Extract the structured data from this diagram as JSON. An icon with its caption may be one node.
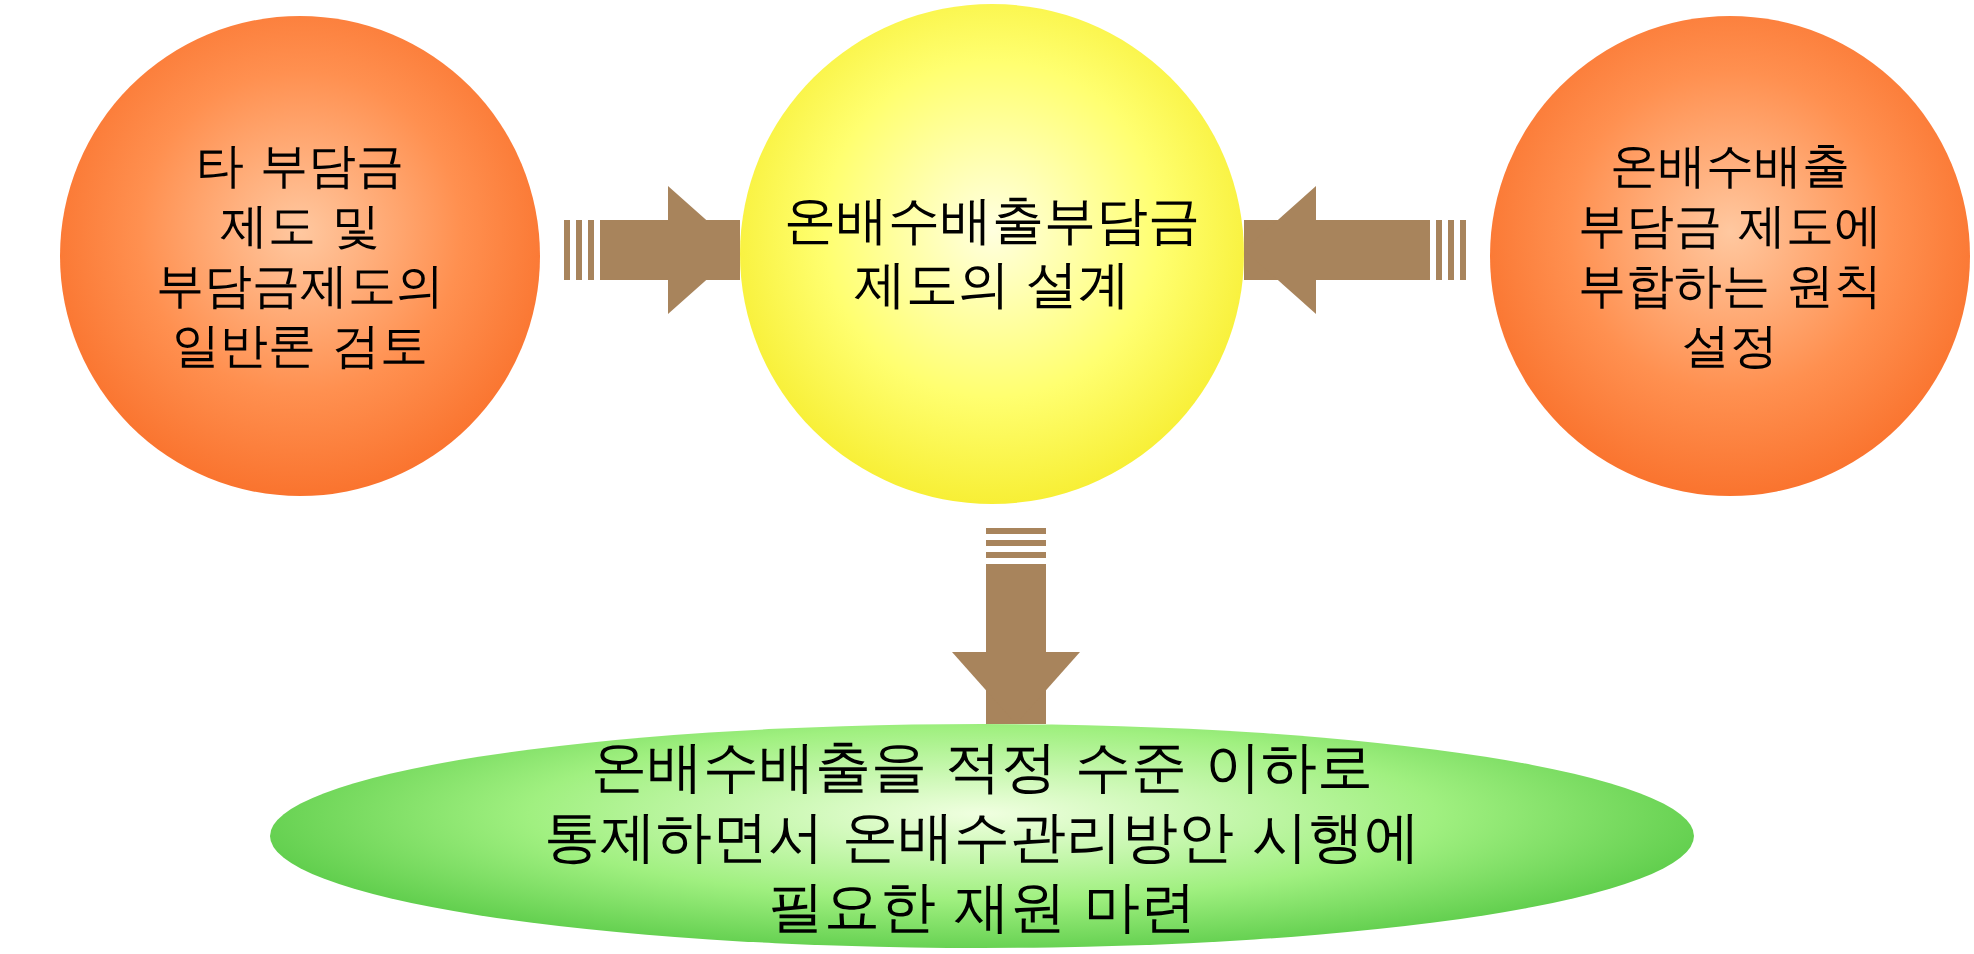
{
  "diagram": {
    "nodes": [
      {
        "text": [
          "타 부담금 제도 및 부담금제도의 일반론 검토"
        ]
      },
      {
        "text": [
          "온배수배출부담금 제도의 설계"
        ]
      },
      {
        "text": [
          "온배수배출 부담금 제도에 부합하는 원칙 설정"
        ]
      },
      {
        "text": [
          "온배수배출을 적정 수준 이하로 통제하면서 온배수관리방안 시행에 필요한 재원 마련"
        ]
      }
    ],
    "edges": [
      {
        "from": 0,
        "to": 1,
        "arrow": "to"
      },
      {
        "from": 2,
        "to": 1,
        "arrow": "to"
      },
      {
        "from": 1,
        "to": 3,
        "arrow": "to"
      }
    ]
  }
}
